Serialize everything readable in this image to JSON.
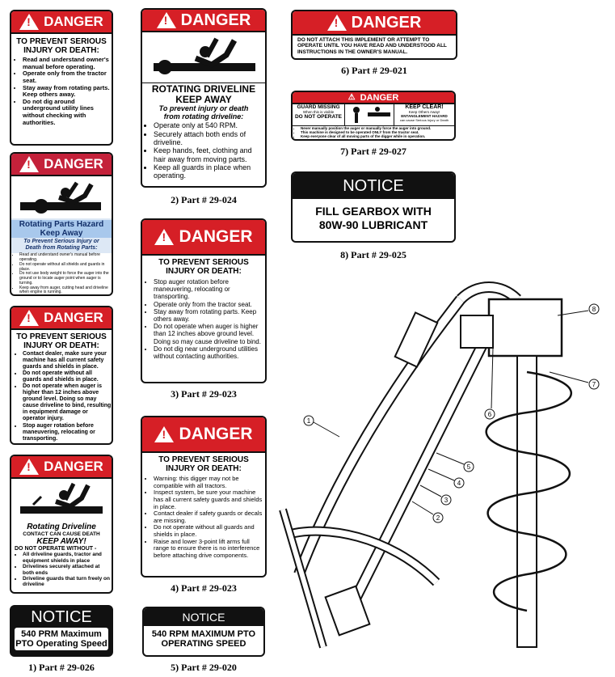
{
  "colors": {
    "danger_red": "#d61f26",
    "notice_black": "#111111",
    "highlight_blue": "#a8c8ec"
  },
  "decal_a": {
    "header": "DANGER",
    "title": "TO PREVENT SERIOUS INJURY OR DEATH:",
    "items": [
      "Read and understand owner's manual before operating.",
      "Operate only from the tractor seat.",
      "Stay away from rotating parts. Keep others away.",
      "Do not dig around underground utility lines without checking with authorities."
    ]
  },
  "decal_b": {
    "header": "DANGER",
    "title1": "Rotating Parts Hazard",
    "title2": "Keep Away",
    "sub": "To Prevent Serious Injury or Death from Rotating Parts:",
    "items": [
      "Read and understand owner's manual before operating.",
      "Do not operate without all shields and guards in place.",
      "Do not use body weight to force the auger into the ground or to locate auger point when auger is turning.",
      "Keep away from auger, cutting head and driveline when engine is running."
    ]
  },
  "decal_c": {
    "header": "DANGER",
    "title": "TO PREVENT SERIOUS INJURY OR DEATH:",
    "items": [
      "Contact dealer, make sure your machine has all current safety guards and shields in place.",
      "Do not operate without all guards and shields in place.",
      "Do not operate when auger is higher than 12 inches above ground level. Doing so may cause driveline to bind, resulting in equipment damage or operator injury.",
      "Stop auger rotation before maneuvering, relocating or transporting."
    ]
  },
  "decal_d": {
    "header": "DANGER",
    "title1": "Rotating Driveline",
    "title2": "CONTACT CAN CAUSE DEATH",
    "title3": "KEEP AWAY!",
    "title4": "DO NOT OPERATE WITHOUT -",
    "items": [
      "All driveline guards, tractor and equipment shields in place",
      "Drivelines securely attached at both ends",
      "Driveline guards that turn freely on driveline"
    ]
  },
  "decal_1": {
    "header": "NOTICE",
    "line1": "540 PRM Maximum",
    "line2": "PTO Operating Speed",
    "caption": "1) Part # 29-026"
  },
  "decal_2": {
    "header": "DANGER",
    "title1": "ROTATING DRIVELINE",
    "title2": "KEEP AWAY",
    "sub": "To prevent injury or death from rotating driveline:",
    "items": [
      "Operate only at 540 RPM.",
      "Securely attach both ends of driveline.",
      "Keep hands, feet, clothing and hair away from moving parts.",
      "Keep all guards in place when operating."
    ],
    "caption": "2) Part # 29-024"
  },
  "decal_3": {
    "header": "DANGER",
    "title": "TO PREVENT SERIOUS INJURY OR DEATH:",
    "items": [
      "Stop auger rotation before maneuvering, relocating or transporting.",
      "Operate only from the tractor seat.",
      "Stay away from rotating parts. Keep others away.",
      "Do not operate when auger is higher than 12 inches above ground level. Doing so may cause driveline to bind.",
      "Do not dig near underground utilities without contacting authorities."
    ],
    "caption": "3) Part # 29-023"
  },
  "decal_4": {
    "header": "DANGER",
    "title": "TO PREVENT SERIOUS INJURY OR DEATH:",
    "items": [
      "Warning: this digger may not be compatible with all tractors.",
      "Inspect system, be sure your machine has all current safety guards and shields in place.",
      "Contact dealer if safety guards or decals are missing.",
      "Do not operate without all guards and shields in place.",
      "Raise and lower 3-point lift arms full range to ensure there is no interference before attaching drive components."
    ],
    "caption": "4) Part # 29-023"
  },
  "decal_5": {
    "header": "NOTICE",
    "line1": "540 RPM MAXIMUM PTO",
    "line2": "OPERATING SPEED",
    "caption": "5) Part # 29-020"
  },
  "decal_6": {
    "header": "DANGER",
    "body": "DO NOT ATTACH THIS IMPLEMENT OR ATTEMPT TO OPERATE UNTIL YOU HAVE READ AND UNDERSTOOD ALL INSTRUCTIONS IN THE OWNER'S MANUAL.",
    "caption": "6) Part # 29-021"
  },
  "decal_7": {
    "header": "DANGER",
    "left_title": "GUARD MISSING",
    "left_sub": "When this is visible",
    "left_cta": "DO NOT OPERATE",
    "right_title": "KEEP CLEAR!",
    "right_sub1": "Keep Others Away!",
    "right_sub2": "ENTANGLEMENT HAZARD",
    "right_sub3": "can cause Serious Injury or Death",
    "items": [
      "Never manually position the auger or manually force the auger into ground.",
      "This machine is designed to be operated ONLY from the tractor seat.",
      "Keep everyone clear of all moving parts of the digger while in operation."
    ],
    "caption": "7) Part # 29-027"
  },
  "decal_8": {
    "header": "NOTICE",
    "line1": "FILL GEARBOX WITH",
    "line2": "80W-90 LUBRICANT",
    "caption": "8) Part # 29-025"
  },
  "diagram": {
    "callouts": [
      "1",
      "2",
      "3",
      "4",
      "5",
      "6",
      "7",
      "8"
    ]
  }
}
